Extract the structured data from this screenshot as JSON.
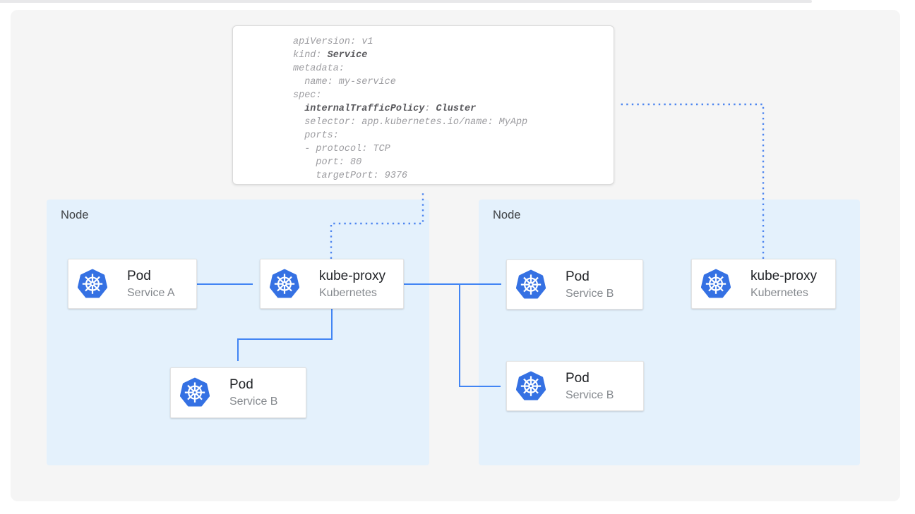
{
  "colors": {
    "arrow_solid": "#4285f4",
    "arrow_dotted": "#4e86f0",
    "node_fill": "#e4f1fc",
    "panel_fill": "#f5f5f5",
    "kubernetes_blue": "#3571e3",
    "code_bold": "#58585c",
    "code_normal": "#9c9ca0"
  },
  "yaml_card": {
    "lines": [
      {
        "pre": "apiVersion: v1"
      },
      {
        "pre": "kind: ",
        "key": "Service"
      },
      {
        "pre": "metadata:"
      },
      {
        "pre": "  name: my-service"
      },
      {
        "pre": "spec:"
      },
      {
        "pre": "  ",
        "key": "internalTrafficPolicy",
        "mid": ": ",
        "val": "Cluster"
      },
      {
        "pre": "  selector: app.kubernetes.io/name: MyApp"
      },
      {
        "pre": "  ports:"
      },
      {
        "pre": "  - protocol: TCP"
      },
      {
        "pre": "    port: 80"
      },
      {
        "pre": "    targetPort: 9376"
      }
    ]
  },
  "nodes": [
    {
      "label": "Node"
    },
    {
      "label": "Node"
    }
  ],
  "cards": [
    {
      "title": "Pod",
      "subtitle": "Service A",
      "icon": "kubernetes-icon"
    },
    {
      "title": "kube-proxy",
      "subtitle": "Kubernetes",
      "icon": "kubernetes-icon"
    },
    {
      "title": "Pod",
      "subtitle": "Service B",
      "icon": "kubernetes-icon"
    },
    {
      "title": "Pod",
      "subtitle": "Service B",
      "icon": "kubernetes-icon"
    },
    {
      "title": "kube-proxy",
      "subtitle": "Kubernetes",
      "icon": "kubernetes-icon"
    },
    {
      "title": "Pod",
      "subtitle": "Service B",
      "icon": "kubernetes-icon"
    }
  ]
}
